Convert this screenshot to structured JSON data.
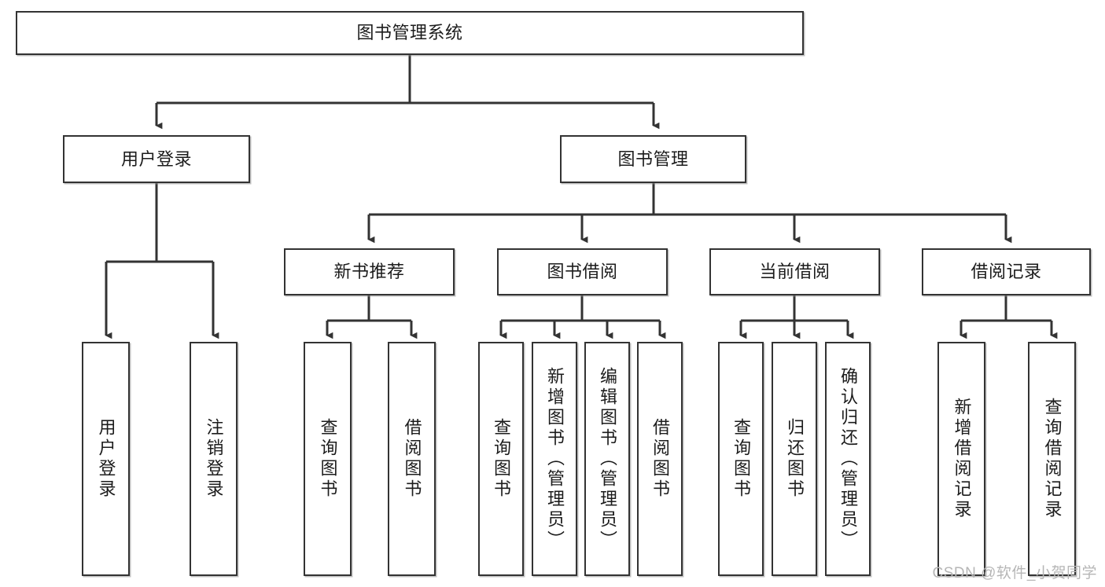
{
  "diagram": {
    "type": "tree-hierarchy",
    "title": "图书管理系统",
    "root": {
      "label": "图书管理系统"
    },
    "level1": [
      {
        "id": "user-login",
        "label": "用户登录"
      },
      {
        "id": "book-management",
        "label": "图书管理"
      }
    ],
    "level2": [
      {
        "id": "new-book-recommend",
        "label": "新书推荐",
        "parent": "book-management"
      },
      {
        "id": "book-borrow",
        "label": "图书借阅",
        "parent": "book-management"
      },
      {
        "id": "current-borrow",
        "label": "当前借阅",
        "parent": "book-management"
      },
      {
        "id": "borrow-record",
        "label": "借阅记录",
        "parent": "book-management"
      }
    ],
    "leaves": {
      "user-login": [
        {
          "id": "leaf-user-login",
          "label": "用户登录"
        },
        {
          "id": "leaf-user-logout",
          "label": "注销登录"
        }
      ],
      "new-book-recommend": [
        {
          "id": "leaf-query-book-1",
          "label": "查询图书"
        },
        {
          "id": "leaf-borrow-book-1",
          "label": "借阅图书"
        }
      ],
      "book-borrow": [
        {
          "id": "leaf-query-book-2",
          "label": "查询图书"
        },
        {
          "id": "leaf-add-book",
          "label": "新增图书（管理员）"
        },
        {
          "id": "leaf-edit-book",
          "label": "编辑图书（管理员）"
        },
        {
          "id": "leaf-borrow-book-2",
          "label": "借阅图书"
        }
      ],
      "current-borrow": [
        {
          "id": "leaf-query-book-3",
          "label": "查询图书"
        },
        {
          "id": "leaf-return-book",
          "label": "归还图书"
        },
        {
          "id": "leaf-confirm-return",
          "label": "确认归还（管理员）"
        }
      ],
      "borrow-record": [
        {
          "id": "leaf-add-record",
          "label": "新增借阅记录"
        },
        {
          "id": "leaf-query-record",
          "label": "查询借阅记录"
        }
      ]
    }
  },
  "watermark": {
    "text": "CSDN @软件_小贺同学"
  },
  "colors": {
    "box_border": "#333333",
    "box_fill": "#ffffff",
    "line": "#333333",
    "text": "#1c1c1c",
    "watermark": "#b6b6b6"
  }
}
